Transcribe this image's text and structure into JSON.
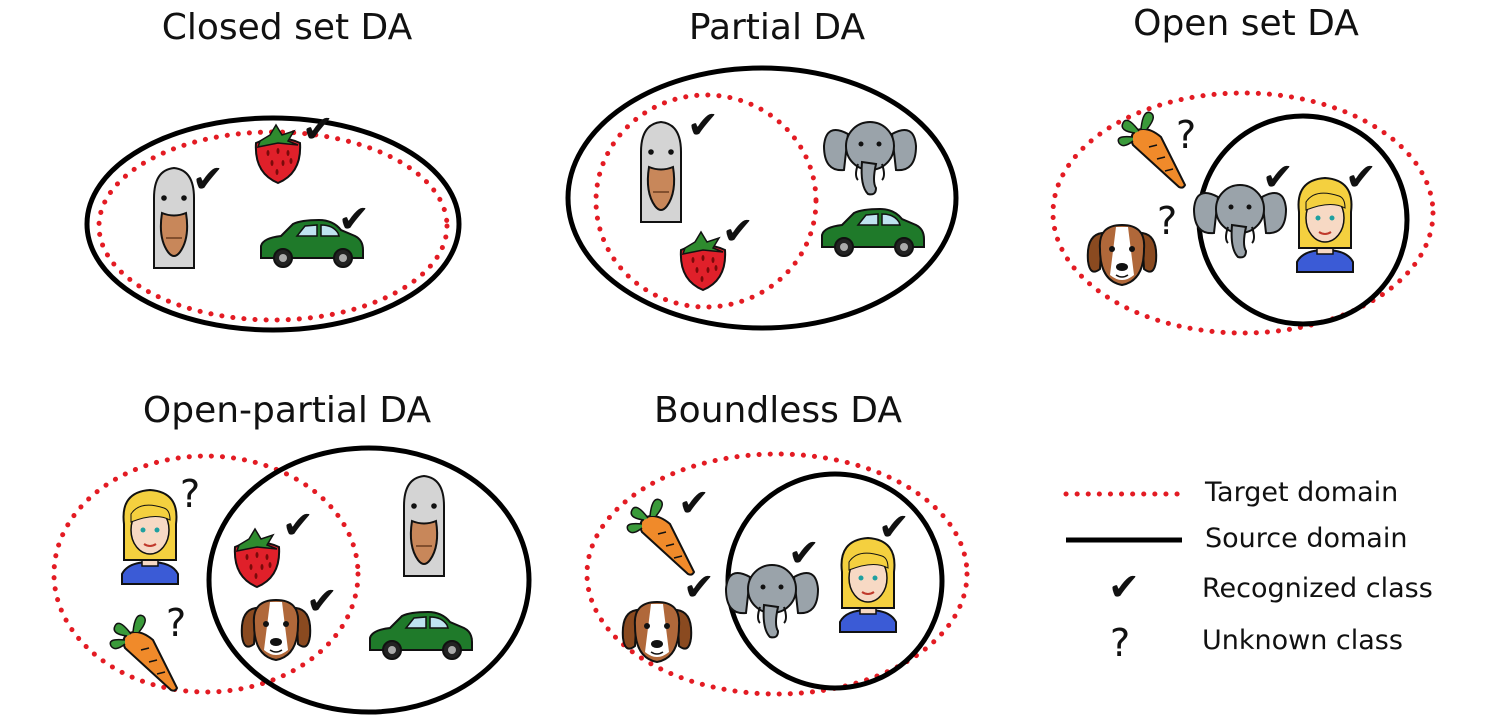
{
  "panels": {
    "closed_set": {
      "title": "Closed set DA"
    },
    "partial": {
      "title": "Partial DA"
    },
    "open_set": {
      "title": "Open set DA"
    },
    "open_partial": {
      "title": "Open-partial DA"
    },
    "boundless": {
      "title": "Boundless DA"
    }
  },
  "legend": {
    "target_domain": "Target domain",
    "source_domain": "Source domain",
    "recognized_class": "Recognized class",
    "unknown_class": "Unknown class",
    "check_symbol": "✔",
    "question_symbol": "?"
  },
  "colors": {
    "target_domain": "#e31b23",
    "source_domain": "#000000"
  }
}
